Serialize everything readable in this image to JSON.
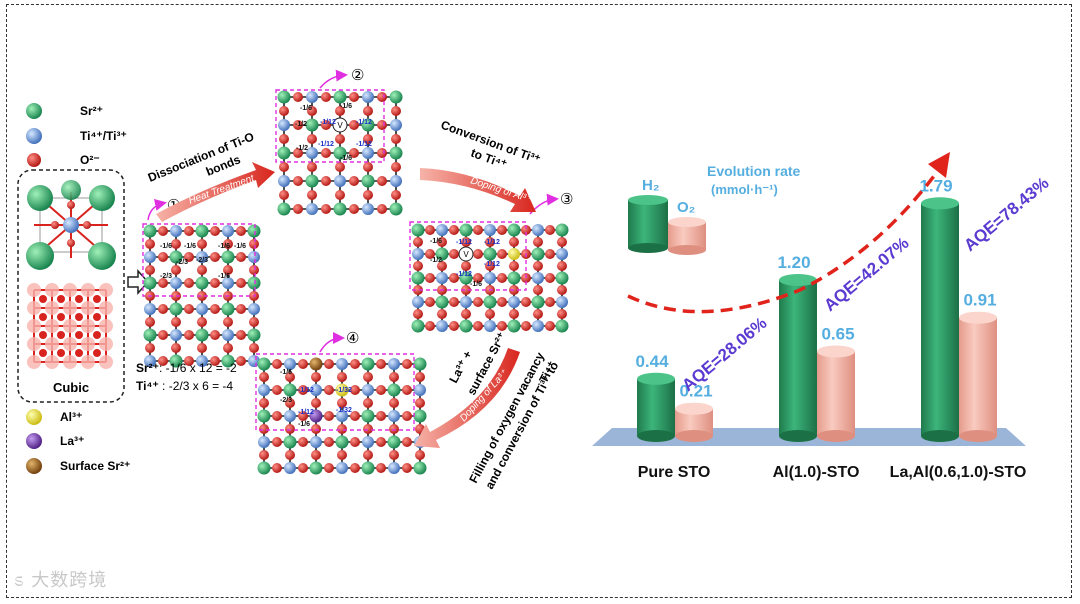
{
  "legend": {
    "sr": "Sr²⁺",
    "ti": "Ti⁴⁺/Ti³⁺",
    "o": "O²⁻",
    "al": "Al³⁺",
    "la": "La³⁺",
    "surface_sr": "Surface Sr²⁺",
    "structure_label": "Cubic"
  },
  "colors": {
    "sr": "#1ea35a",
    "ti": "#5b8fd6",
    "o": "#d8231e",
    "al": "#f1e31a",
    "la": "#6a2aa8",
    "surface_sr": "#9a5a12",
    "bar_h2": "#2a9a64",
    "bar_o2": "#f2b3a4",
    "accent_blue": "#55aee0",
    "aqe": "#5b3ad2",
    "arrow_red": "#e0231b",
    "box": "#e02fe0"
  },
  "charge_calc": {
    "sr_label": "Sr²⁺",
    "sr_expr": ": -1/6 x 12 = -2",
    "ti_label": "Ti⁴⁺",
    "ti_expr": " : -2/3 x 6 = -4"
  },
  "steps": {
    "s1_num": "①",
    "s2_num": "②",
    "s3_num": "③",
    "s4_num": "④",
    "dissociation_line1": "Dissociation of Ti-O",
    "dissociation_line2": "bonds",
    "heat_treatment": "Heat Treatment",
    "conversion_line1": "Conversion of Ti³⁺",
    "conversion_line2": "to Ti⁴⁺",
    "doping_al": "Doping of Al³⁺",
    "la_surface_line1": "La³⁺ +",
    "la_surface_line2": "surface Sr²⁺",
    "doping_la": "Doping of La³⁺",
    "filling_line1": "Filling of oxygen vacancy",
    "filling_line2": "and conversion of Ti³⁺ to",
    "filling_line3": "Ti⁴⁺"
  },
  "lattice_labels": {
    "sr": "Sr²⁺",
    "ti": "Ti⁴⁺",
    "o": "O²⁻",
    "al": "Al³⁺",
    "vacancy": "V",
    "f16": "-1/6",
    "f23": "-2/3",
    "f12": "-1/2",
    "f112": "-1/12",
    "f132": "-1/32"
  },
  "chart_data": {
    "type": "bar",
    "title": "Evolution rate",
    "unit": "(mmol·h⁻¹)",
    "categories": [
      "Pure STO",
      "Al(1.0)-STO",
      "La,Al(0.6,1.0)-STO"
    ],
    "series": [
      {
        "name": "H₂",
        "values": [
          0.44,
          1.2,
          1.79
        ]
      },
      {
        "name": "O₂",
        "values": [
          0.21,
          0.65,
          0.91
        ]
      }
    ],
    "value_labels_h2": [
      "0.44",
      "1.20",
      "1.79"
    ],
    "value_labels_o2": [
      "0.21",
      "0.65",
      "0.91"
    ],
    "aqe": [
      "AQE=28.06%",
      "AQE=42.07%",
      "AQE=78.43%"
    ],
    "legend_h2": "H₂",
    "legend_o2": "O₂",
    "ymax": 1.79
  }
}
